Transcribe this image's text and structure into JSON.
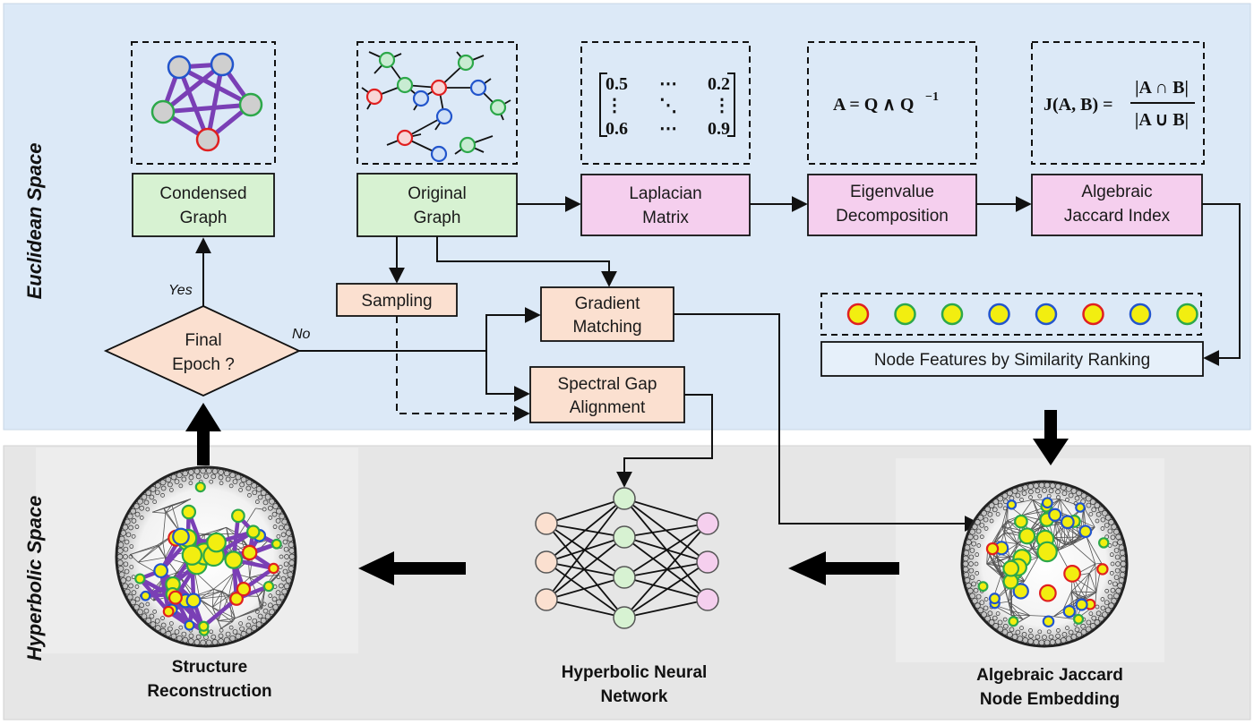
{
  "regions": {
    "euclidean": "Euclidean Space",
    "hyperbolic": "Hyperbolic Space"
  },
  "boxes": {
    "condensed": [
      "Condensed",
      "Graph"
    ],
    "original": [
      "Original",
      "Graph"
    ],
    "laplacian": [
      "Laplacian",
      "Matrix"
    ],
    "eigen": [
      "Eigenvalue",
      "Decomposition"
    ],
    "jaccard": [
      "Algebraic",
      "Jaccard Index"
    ],
    "sampling": "Sampling",
    "gradient": [
      "Gradient",
      "Matching"
    ],
    "spectral": [
      "Spectral Gap",
      "Alignment"
    ],
    "final_epoch": [
      "Final",
      "Epoch ?"
    ],
    "node_features": "Node Features by Similarity Ranking"
  },
  "branch_labels": {
    "yes": "Yes",
    "no": "No"
  },
  "matrix": {
    "top_left": "0.5",
    "top_mid": "⋯",
    "top_right": "0.2",
    "mid_left": "⋮",
    "mid_mid": "⋱",
    "mid_right": "⋮",
    "bot_left": "0.6",
    "bot_mid": "⋯",
    "bot_right": "0.9"
  },
  "equations": {
    "eigen_lhs": "A = Q ∧ Q",
    "eigen_exp": "−1",
    "jaccard_lhs": "J(A, B) =",
    "jaccard_num": "|A ∩ B|",
    "jaccard_den": "|A ∪ B|"
  },
  "captions": {
    "structure": [
      "Structure",
      "Reconstruction"
    ],
    "hnn": [
      "Hyperbolic Neural",
      "Network"
    ],
    "embedding": [
      "Algebraic Jaccard",
      "Node Embedding"
    ]
  },
  "colors": {
    "euclid_bg": "#dce9f7",
    "hyper_bg": "#e6e6e6",
    "green_box": "#d7f2d2",
    "pink_box": "#f5cfee",
    "peach_box": "#fbe0d0",
    "light_box": "#e6f0fa",
    "purple_edge": "#7a3fb5",
    "node_red": "#e02020",
    "node_green": "#2da84a",
    "node_blue": "#2255cc",
    "node_yellow": "#f2ee10"
  },
  "feature_dots": [
    {
      "fill": "#f2ee10",
      "stroke": "#e02020"
    },
    {
      "fill": "#f2ee10",
      "stroke": "#2da84a"
    },
    {
      "fill": "#f2ee10",
      "stroke": "#2da84a"
    },
    {
      "fill": "#f2ee10",
      "stroke": "#2255cc"
    },
    {
      "fill": "#f2ee10",
      "stroke": "#2255cc"
    },
    {
      "fill": "#f2ee10",
      "stroke": "#e02020"
    },
    {
      "fill": "#f2ee10",
      "stroke": "#2255cc"
    },
    {
      "fill": "#f2ee10",
      "stroke": "#2da84a"
    }
  ]
}
